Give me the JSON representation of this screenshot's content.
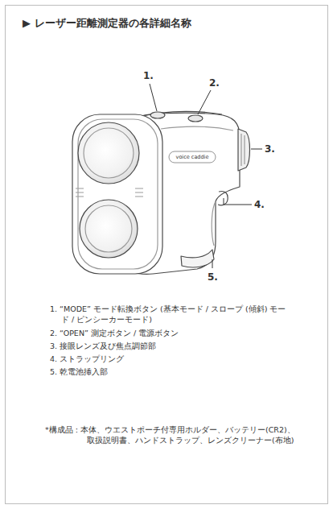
{
  "diagram": {
    "title": "▶ レーザー距離測定器の各詳細名称",
    "labels": [
      "1.",
      "2.",
      "3.",
      "4.",
      "5.",
      "voice caddie",
      "1. “MODE” モード転換ボタン (基本モード / スロープ (傾斜) モード / ピンシーカーモード)",
      "2. “OPEN” 測定ボタン / 電源ボタン",
      "3. 接眼レンズ及び焦点調節部",
      "4. ストラップリング",
      "5. 乾電池挿入部",
      "*構成品 : 本体、ウエストポーチ付専用ホルダー、バッテリー(CR2)、 取扱説明書、ハンドストラップ、レンズクリーナー(布地)"
    ]
  }
}
